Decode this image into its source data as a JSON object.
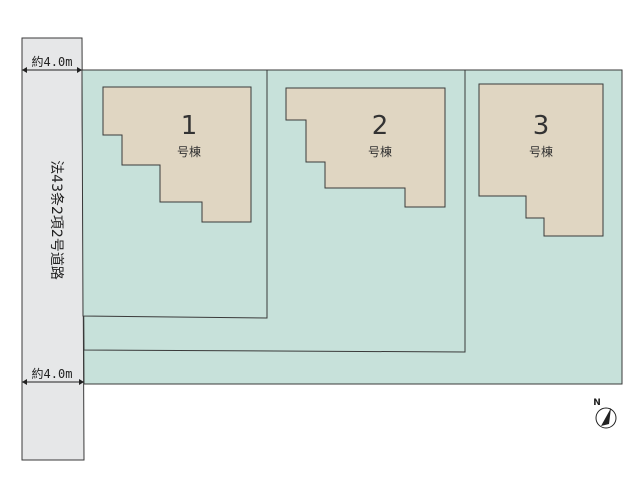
{
  "road": {
    "label": "法43条2項2号道路",
    "width_top": "約4.0m",
    "width_bottom": "約4.0m"
  },
  "buildings": [
    {
      "number": "1",
      "label": "号棟"
    },
    {
      "number": "2",
      "label": "号棟"
    },
    {
      "number": "3",
      "label": "号棟"
    }
  ],
  "compass": {
    "label": "N"
  },
  "colors": {
    "lot": "#c7e1da",
    "building": "#e0d6c2",
    "road": "#e6e7e8",
    "outline": "#3a3a3a"
  }
}
